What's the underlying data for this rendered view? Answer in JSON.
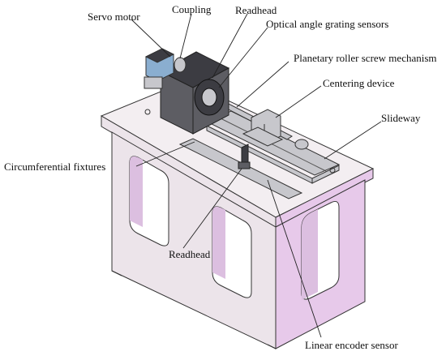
{
  "labels": {
    "servo_motor": "Servo motor",
    "coupling": "Coupling",
    "readhead_top": "Readhead",
    "optical_angle": "Optical angle grating sensors",
    "planetary_roller": "Planetary roller screw mechanism",
    "centering_device": "Centering device",
    "slideway": "Slideway",
    "circumferential_fixtures": "Circumferential fixtures",
    "readhead_bottom": "Readhead",
    "linear_encoder": "Linear encoder sensor"
  },
  "colors": {
    "table_top": "#f3eef1",
    "table_front": "#ece4ea",
    "table_side": "#e7c9ea",
    "cutout_fill": "#ffffff",
    "cutout_shade": "#dcbfe0",
    "motor_body": "#5d5d63",
    "motor_dark": "#3c3c42",
    "servo_blue": "#8aaed0",
    "rail": "#c7c7cc",
    "outline": "#333333",
    "leader": "#222222"
  }
}
